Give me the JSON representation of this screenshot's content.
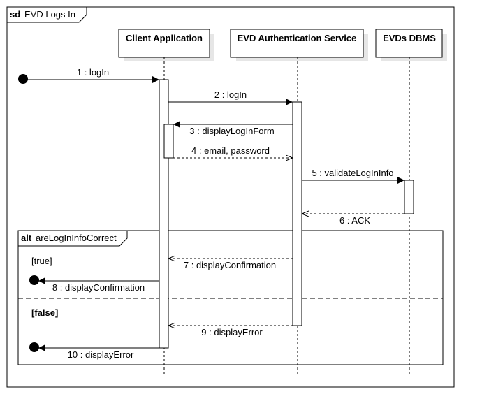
{
  "diagram": {
    "frame_label_kw": "sd",
    "frame_label": "EVD Logs In",
    "participants": [
      {
        "id": "client",
        "label": "Client Application"
      },
      {
        "id": "auth",
        "label": "EVD Authentication Service"
      },
      {
        "id": "dbms",
        "label": "EVDs DBMS"
      }
    ],
    "messages": [
      {
        "label": "1 : logIn",
        "kind": "sync"
      },
      {
        "label": "2 : logIn",
        "kind": "sync"
      },
      {
        "label": "3 : displayLogInForm",
        "kind": "sync"
      },
      {
        "label": "4 : email, password",
        "kind": "reply"
      },
      {
        "label": "5 : validateLogInInfo",
        "kind": "sync"
      },
      {
        "label": "6 : ACK",
        "kind": "reply"
      },
      {
        "label": "7 : displayConfirmation",
        "kind": "reply"
      },
      {
        "label": "8 : displayConfirmation",
        "kind": "lost"
      },
      {
        "label": "9 : displayError",
        "kind": "reply"
      },
      {
        "label": "10 : displayError",
        "kind": "lost"
      }
    ],
    "fragment": {
      "kw": "alt",
      "condition": "areLogInInfoCorrect",
      "guard_true": "[true]",
      "guard_false": "[false]"
    }
  }
}
